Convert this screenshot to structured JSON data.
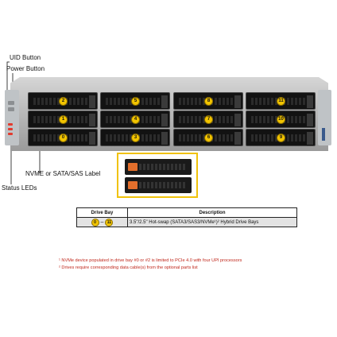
{
  "callouts": {
    "uid_button": "UID Button",
    "power_button": "Power Button",
    "label": "NVME or SATA/SAS Label",
    "status_leds": "Status LEDs"
  },
  "bays": [
    {
      "number": "2"
    },
    {
      "number": "5"
    },
    {
      "number": "8"
    },
    {
      "number": "11"
    },
    {
      "number": "1"
    },
    {
      "number": "4"
    },
    {
      "number": "7"
    },
    {
      "number": "10"
    },
    {
      "number": "0"
    },
    {
      "number": "3"
    },
    {
      "number": "6"
    },
    {
      "number": "9"
    }
  ],
  "table": {
    "headers": [
      "Drive Bay",
      "Description"
    ],
    "row": {
      "range_start": "0",
      "range_sep": "–",
      "range_end": "11",
      "description": "3.5\"/2.5\" Hot-swap (SATA3/SAS3/NVMe¹)² Hybrid Drive Bays"
    }
  },
  "notes": [
    "¹ NVMe device populated in drive bay #0 or #2 is limited to PCIe 4.0 with four UPI processors",
    "² Drives require corresponding data cable(s) from the optional parts list"
  ],
  "colors": {
    "bay_number": "#f2c400",
    "highlight": "#f0c20a",
    "note_text": "#c0281c",
    "led": "#e23b2f"
  }
}
